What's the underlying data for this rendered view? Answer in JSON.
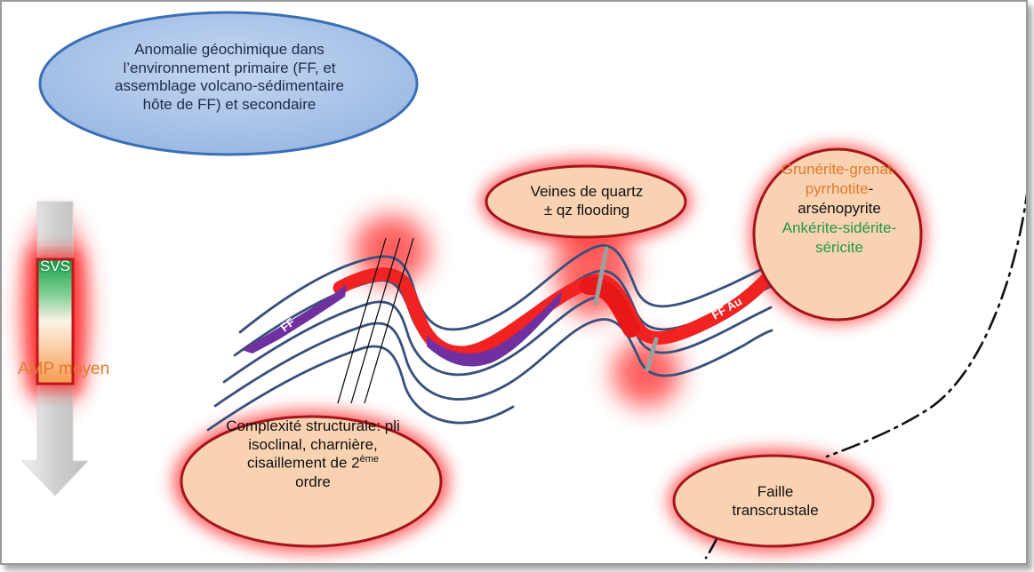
{
  "colors": {
    "bubble_blue_fill": "#a9c4e8",
    "bubble_blue_stroke": "#3b6eb5",
    "bubble_peach_fill": "#f9d2b2",
    "bubble_peach_stroke": "#a3151a",
    "red_glow": "#ff2020",
    "ff_red": "#f02222",
    "ff_purple": "#7030a0",
    "layer_lines": "#37507c",
    "orange_text": "#e07a2a",
    "green_text": "#1f9a4a",
    "arrow_gray": "#c9c9c9"
  },
  "labels": {
    "anomaly_text": "Anomalie géochimique dans l’environnement primaire (FF, et assemblage volcano-sédimentaire hôte de FF) et secondaire",
    "quartz_line1": "Veines de quartz",
    "quartz_line2": "± qz flooding",
    "mineral_line1": "Grunérite-grenat-",
    "mineral_line2a": "pyrrhotite",
    "mineral_line2b": "-",
    "mineral_line3": "arsénopyrite",
    "mineral_line4": "Ankérite-sidérite-",
    "mineral_line5": "séricite",
    "complexity_text": "Complexité structurale: pli isoclinal, charnière, cisaillement de 2",
    "complexity_sup": "ème",
    "complexity_end": "ordre",
    "fault_line1": "Faille",
    "fault_line2": "transcrustale",
    "ff_label": "FF",
    "ff_au_label": "FF Au",
    "svs_label": "SVS",
    "amp_label": "AMP",
    "moyen_label": "moyen"
  }
}
